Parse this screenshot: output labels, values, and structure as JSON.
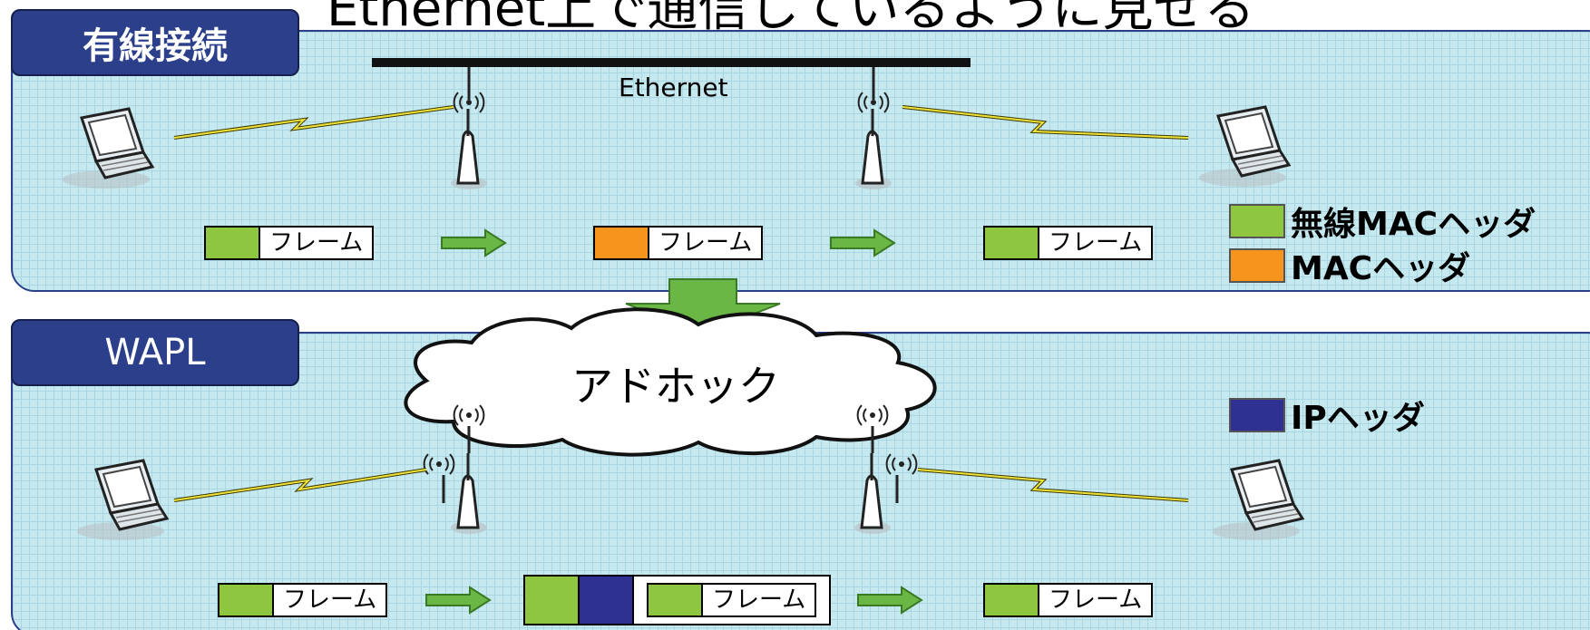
{
  "title": "Ethernet上で通信しているように見せる",
  "panels": {
    "wired": {
      "label": "有線接続",
      "network_label": "Ethernet"
    },
    "wapl": {
      "label": "WAPL",
      "cloud_label": "アドホック"
    }
  },
  "frame_text": "フレーム",
  "legend": [
    {
      "label": "無線MACヘッダ",
      "color": "#8fc640"
    },
    {
      "label": "MACヘッダ",
      "color": "#f7941d"
    },
    {
      "label": "IPヘッダ",
      "color": "#2e3192"
    }
  ],
  "colors": {
    "panel_bg": "#c6e9f0",
    "tab_bg": "#2c3f8a",
    "arrow": "#6ab746"
  }
}
